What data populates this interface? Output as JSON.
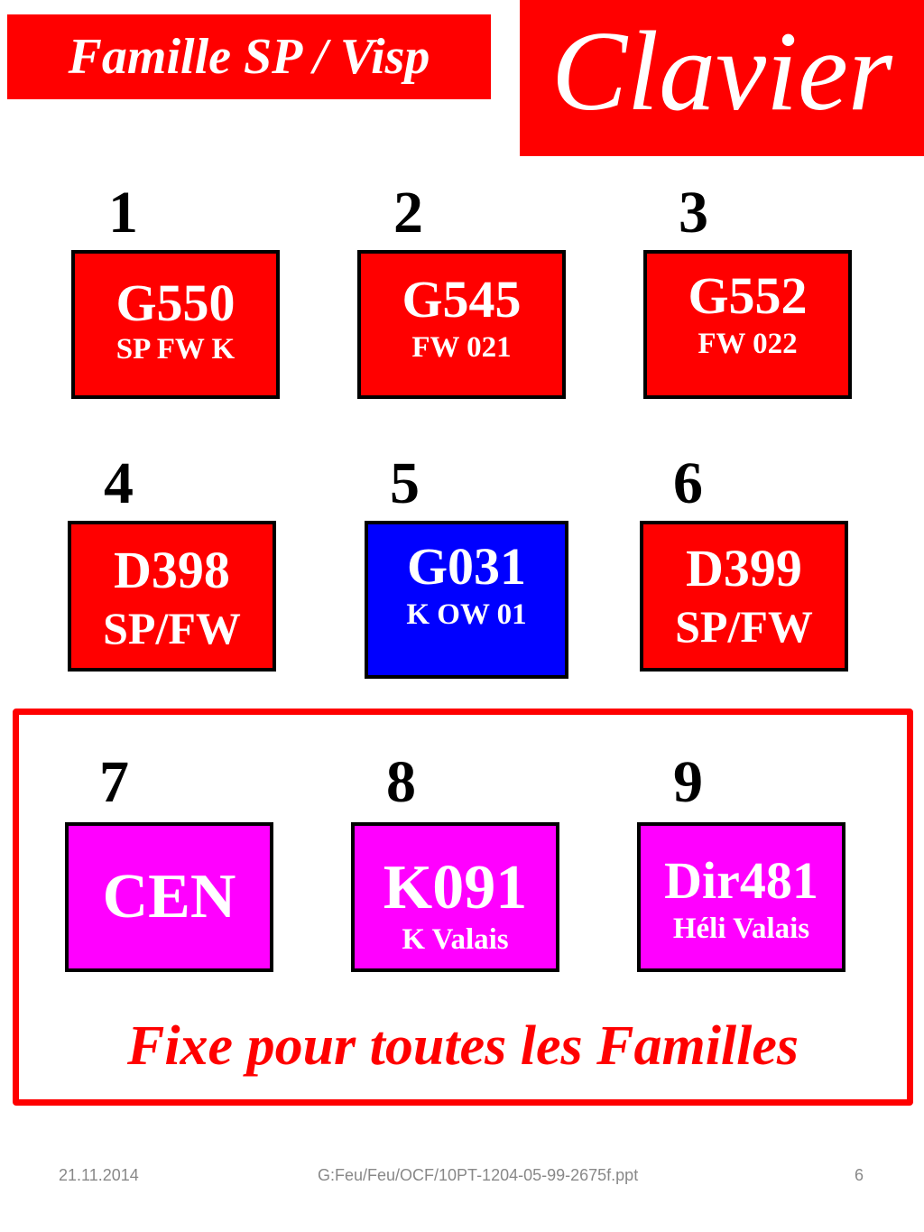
{
  "header": {
    "family_title": "Famille SP / Visp",
    "keyboard_title": "Clavier"
  },
  "keys": [
    {
      "number": "1",
      "code": "G550",
      "sub": "SP FW K",
      "color": "#ff0000"
    },
    {
      "number": "2",
      "code": "G545",
      "sub": "FW 021",
      "color": "#ff0000"
    },
    {
      "number": "3",
      "code": "G552",
      "sub": "FW 022",
      "color": "#ff0000"
    },
    {
      "number": "4",
      "code": "D398",
      "sub": "SP/FW",
      "color": "#ff0000"
    },
    {
      "number": "5",
      "code": "G031",
      "sub": "K OW 01",
      "color": "#0000ff"
    },
    {
      "number": "6",
      "code": "D399",
      "sub": "SP/FW",
      "color": "#ff0000"
    },
    {
      "number": "7",
      "code": "CEN",
      "sub": "",
      "color": "#ff00ff"
    },
    {
      "number": "8",
      "code": "K091",
      "sub": "K Valais",
      "color": "#ff00ff"
    },
    {
      "number": "9",
      "code": "Dir481",
      "sub": "Héli Valais",
      "color": "#ff00ff"
    }
  ],
  "fixed_caption": "Fixe pour toutes les Familles",
  "footer": {
    "date": "21.11.2014",
    "path": "G:Feu/Feu/OCF/10PT-1204-05-99-2675f.ppt",
    "page": "6"
  }
}
